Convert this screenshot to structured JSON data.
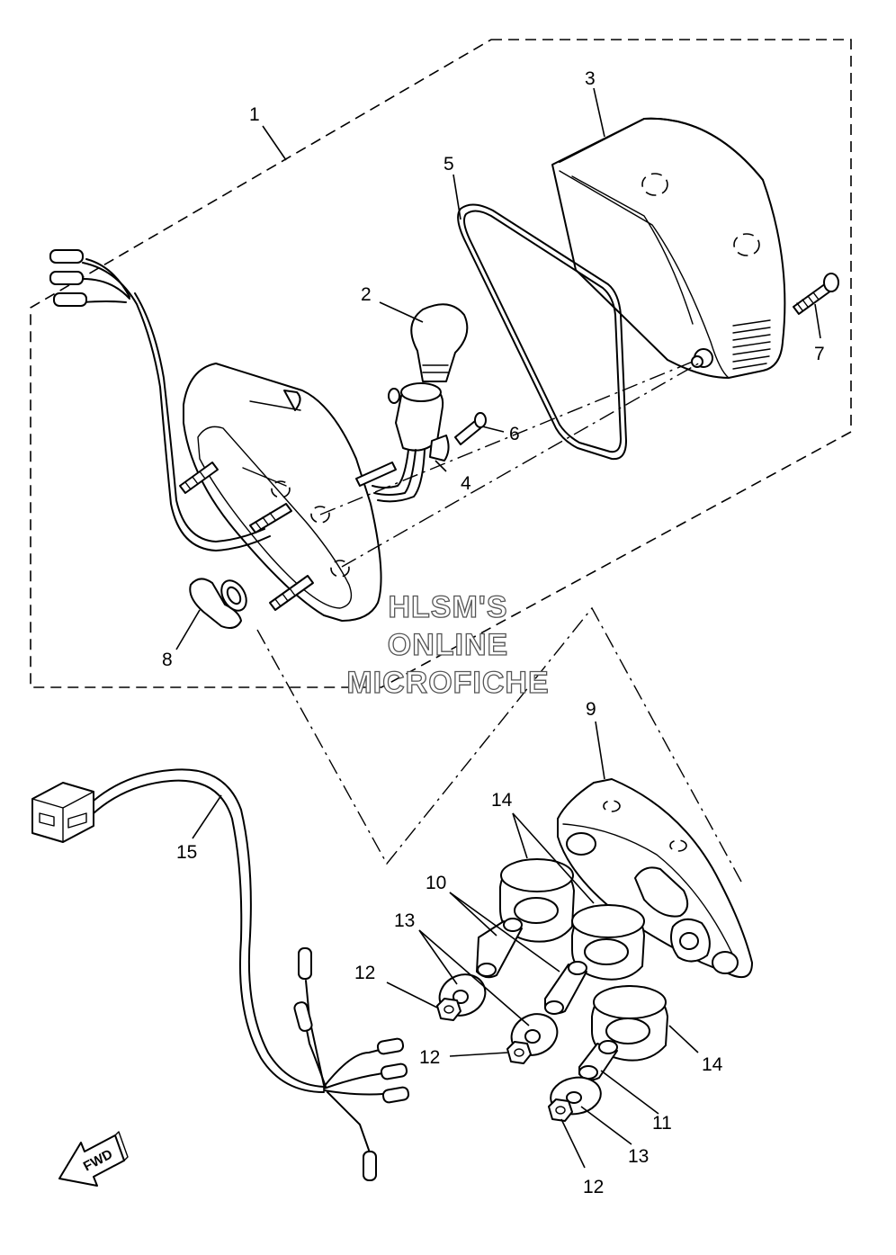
{
  "callouts": [
    {
      "id": "c1",
      "label": "1"
    },
    {
      "id": "c2",
      "label": "2"
    },
    {
      "id": "c3",
      "label": "3"
    },
    {
      "id": "c4",
      "label": "4"
    },
    {
      "id": "c5",
      "label": "5"
    },
    {
      "id": "c6",
      "label": "6"
    },
    {
      "id": "c7",
      "label": "7"
    },
    {
      "id": "c8",
      "label": "8"
    },
    {
      "id": "c9",
      "label": "9"
    },
    {
      "id": "c10",
      "label": "10"
    },
    {
      "id": "c11",
      "label": "11"
    },
    {
      "id": "c12a",
      "label": "12"
    },
    {
      "id": "c12b",
      "label": "12"
    },
    {
      "id": "c12c",
      "label": "12"
    },
    {
      "id": "c13a",
      "label": "13"
    },
    {
      "id": "c13b",
      "label": "13"
    },
    {
      "id": "c14a",
      "label": "14"
    },
    {
      "id": "c14b",
      "label": "14"
    },
    {
      "id": "c15",
      "label": "15"
    }
  ],
  "watermark": {
    "line1": "HLSM'S",
    "line2": "ONLINE",
    "line3": "MICROFICHE"
  },
  "direction_arrow": {
    "label": "FWD",
    "icon": "forward-arrow-icon"
  }
}
